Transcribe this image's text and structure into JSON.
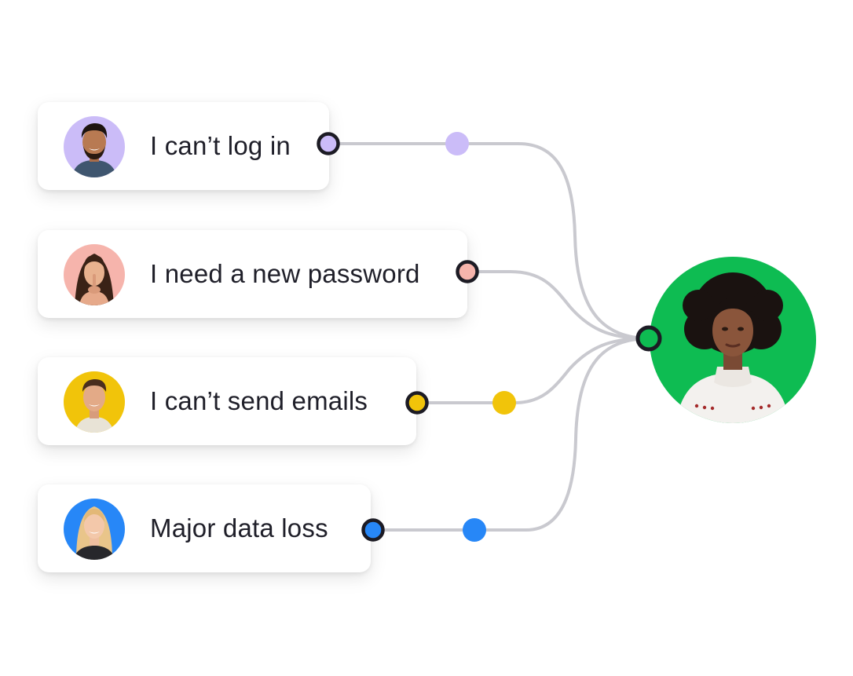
{
  "colors": {
    "connector_line": "#c9c9cf",
    "port_stroke": "#1c1b24",
    "agent_bg": "#0ebc52"
  },
  "requests": [
    {
      "label": "I can’t log in",
      "avatar_icon": "smiling-man-avatar-icon",
      "accent": "#cbbcf8"
    },
    {
      "label": "I need a new password",
      "avatar_icon": "woman-shushing-avatar-icon",
      "accent": "#f6b4ac"
    },
    {
      "label": "I can’t send emails",
      "avatar_icon": "young-man-avatar-icon",
      "accent": "#f1c40a"
    },
    {
      "label": "Major data loss",
      "avatar_icon": "blonde-woman-avatar-icon",
      "accent": "#2787f7"
    }
  ],
  "agent": {
    "avatar_icon": "support-agent-avatar-icon"
  }
}
